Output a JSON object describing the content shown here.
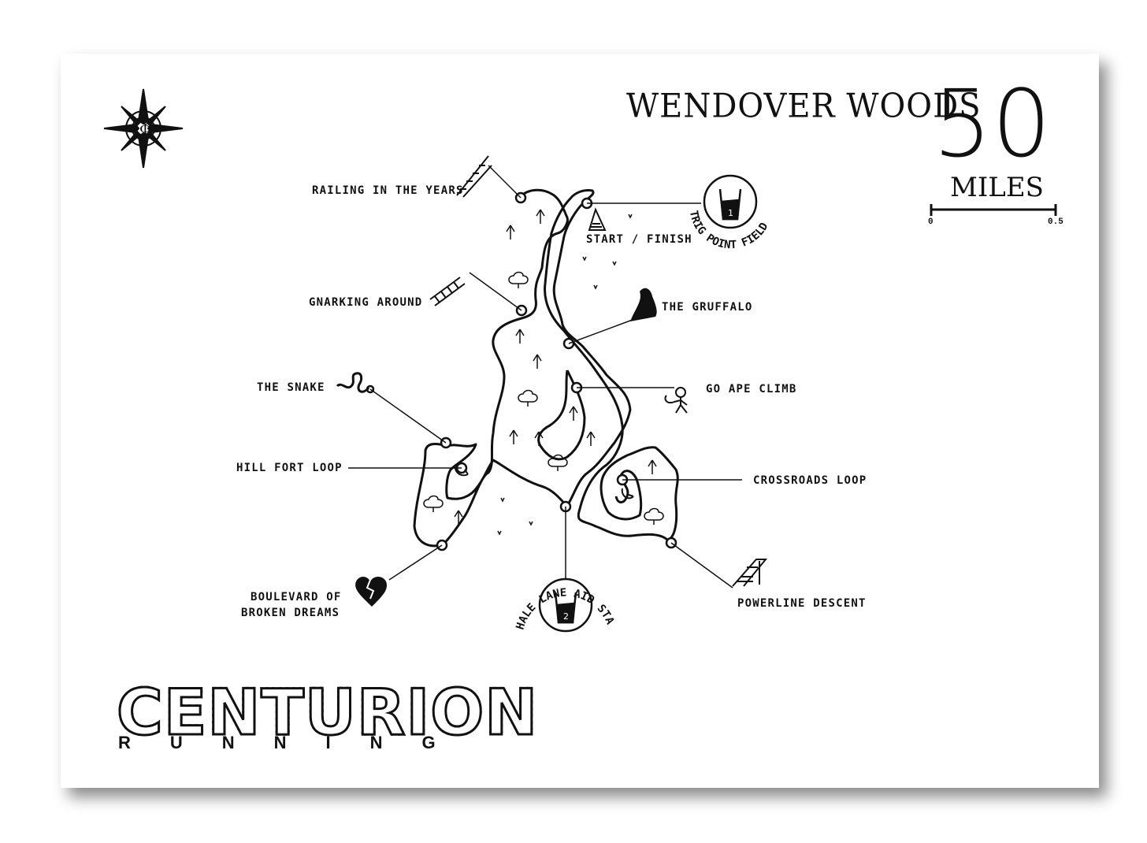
{
  "map": {
    "title": "WENDOVER WOODS",
    "distance_value": "50",
    "distance_unit": "MILES",
    "scale_bar": {
      "start": "0",
      "end": "0.5"
    },
    "landmarks": [
      {
        "id": "railing",
        "label": "RAILING IN THE YEARS",
        "icon": "stairs-icon"
      },
      {
        "id": "gnarking",
        "label": "GNARKING AROUND",
        "icon": "ladder-icon"
      },
      {
        "id": "snake",
        "label": "THE SNAKE",
        "icon": "snake-icon"
      },
      {
        "id": "hillfort",
        "label": "HILL FORT LOOP",
        "icon": "loop-icon"
      },
      {
        "id": "boulevard1",
        "label": "BOULEVARD OF",
        "icon": "broken-heart-icon"
      },
      {
        "id": "boulevard2",
        "label": "BROKEN DREAMS",
        "icon": ""
      },
      {
        "id": "start",
        "label": "START / FINISH",
        "icon": "flag-icon"
      },
      {
        "id": "trig",
        "label": "TRIG POINT FIELD",
        "icon": "aid-station-icon"
      },
      {
        "id": "gruffalo",
        "label": "THE GRUFFALO",
        "icon": "gruffalo-icon"
      },
      {
        "id": "goape",
        "label": "GO APE CLIMB",
        "icon": "monkey-icon"
      },
      {
        "id": "crossroads",
        "label": "CROSSROADS LOOP",
        "icon": "loop-icon"
      },
      {
        "id": "powerline",
        "label": "POWERLINE DESCENT",
        "icon": "powerline-icon"
      },
      {
        "id": "halelane",
        "label": "HALE LANE AID STATION",
        "icon": "aid-station-icon"
      }
    ],
    "aid_stations": [
      "1",
      "2"
    ]
  },
  "brand": {
    "name": "CENTURION",
    "sub": "RUNNING"
  }
}
